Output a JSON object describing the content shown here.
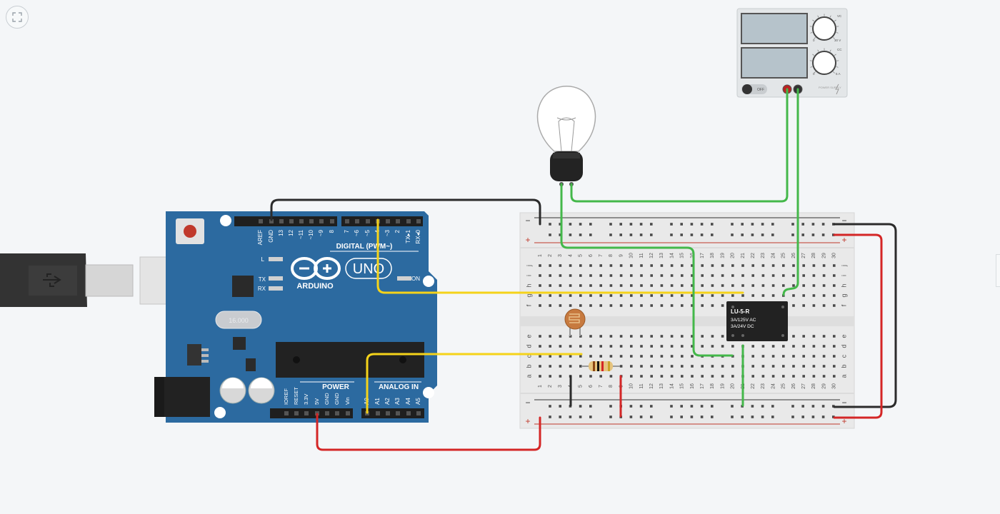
{
  "toolbar": {
    "fit_view_label": ""
  },
  "arduino": {
    "brand": "ARDUINO",
    "model": "UNO",
    "digital_label": "DIGITAL (PWM~)",
    "power_label": "POWER",
    "analog_label": "ANALOG IN",
    "on_label": "ON",
    "l_label": "L",
    "tx_label": "TX",
    "rx_label": "RX",
    "crystal_label": "16.000",
    "digital_pins": [
      "AREF",
      "GND",
      "13",
      "12",
      "~11",
      "~10",
      "~9",
      "8",
      "7",
      "~6",
      "~5",
      "4",
      "~3",
      "2",
      "TX▸1",
      "RX◂0"
    ],
    "power_pins": [
      "IOREF",
      "RESET",
      "3.3V",
      "5V",
      "GND",
      "GND",
      "Vin"
    ],
    "analog_pins": [
      "A0",
      "A1",
      "A2",
      "A3",
      "A4",
      "A5"
    ]
  },
  "relay": {
    "model": "LU-5-R",
    "rating1": "3A/125V AC",
    "rating2": "3A/24V DC"
  },
  "power_supply": {
    "off_label": "OFF",
    "v_label": "30 V",
    "a_label": "5 A",
    "zero": "0",
    "vc_label": "VC",
    "cc_label": "CC",
    "brand_label": "POWER SUPPLY"
  },
  "breadboard": {
    "columns": [
      "1",
      "2",
      "3",
      "4",
      "5",
      "6",
      "7",
      "8",
      "9",
      "10",
      "11",
      "12",
      "13",
      "14",
      "15",
      "16",
      "17",
      "18",
      "19",
      "20",
      "21",
      "22",
      "23",
      "24",
      "25",
      "26",
      "27",
      "28",
      "29",
      "30"
    ],
    "rows_top": [
      "j",
      "i",
      "h",
      "g",
      "f"
    ],
    "rows_bottom": [
      "e",
      "d",
      "c",
      "b",
      "a"
    ],
    "minus": "−",
    "plus": "+"
  },
  "colors": {
    "wire_black": "#2b2b2b",
    "wire_red": "#d42626",
    "wire_yellow": "#f5d31a",
    "wire_green": "#44b84a",
    "board": "#2c6aa0"
  }
}
